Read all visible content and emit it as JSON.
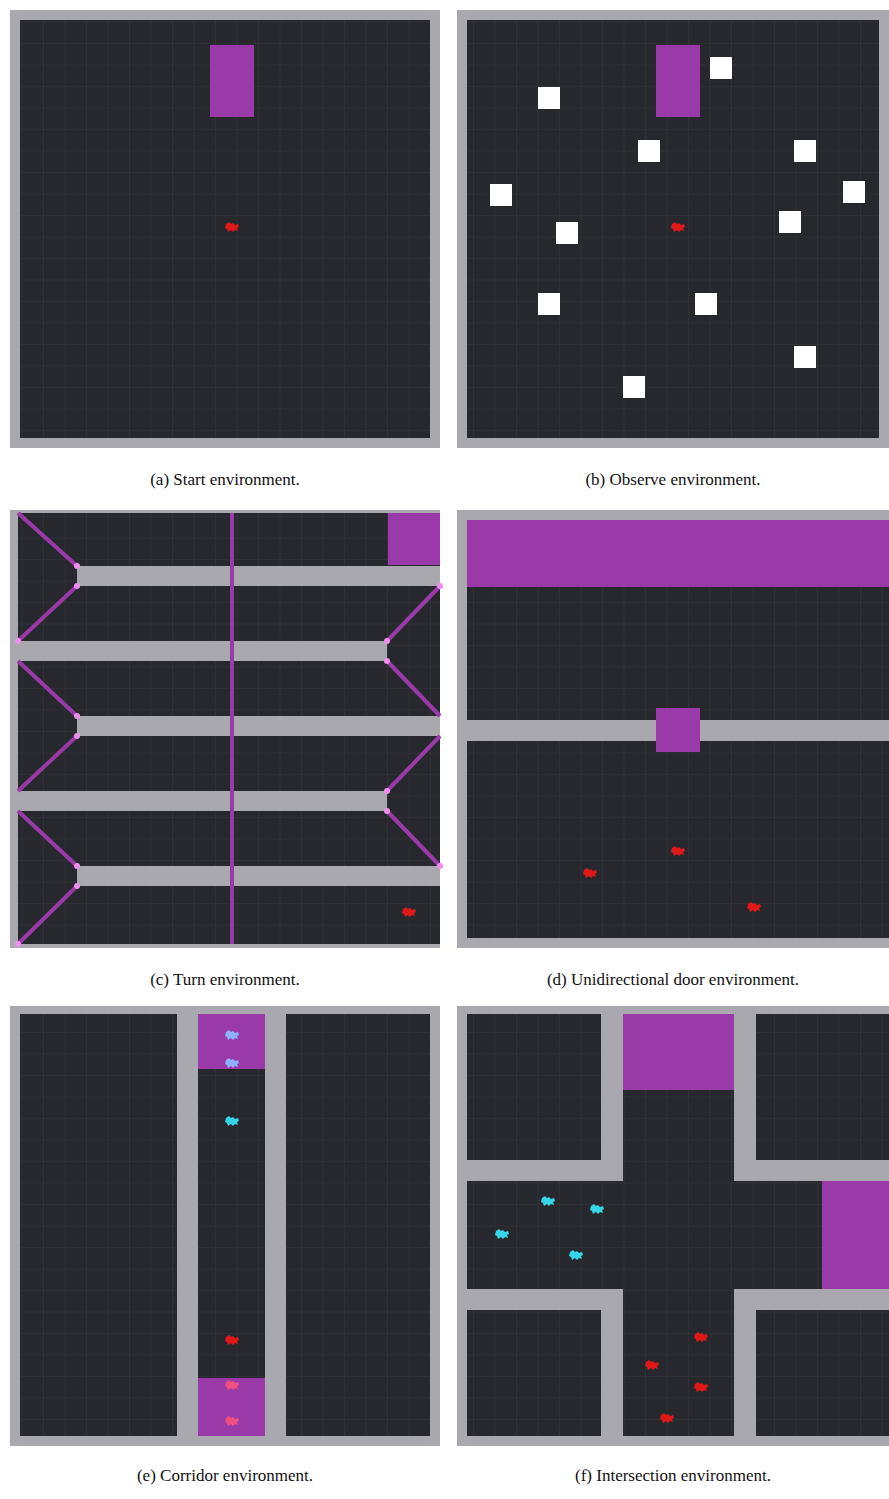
{
  "diagram": {
    "labels": [
      "(a) Start environment.",
      "(b) Observe environment.",
      "(c) Turn environment.",
      "(d) Unidirectional door environment.",
      "(e) Corridor environment.",
      "(f) Intersection environment."
    ]
  }
}
